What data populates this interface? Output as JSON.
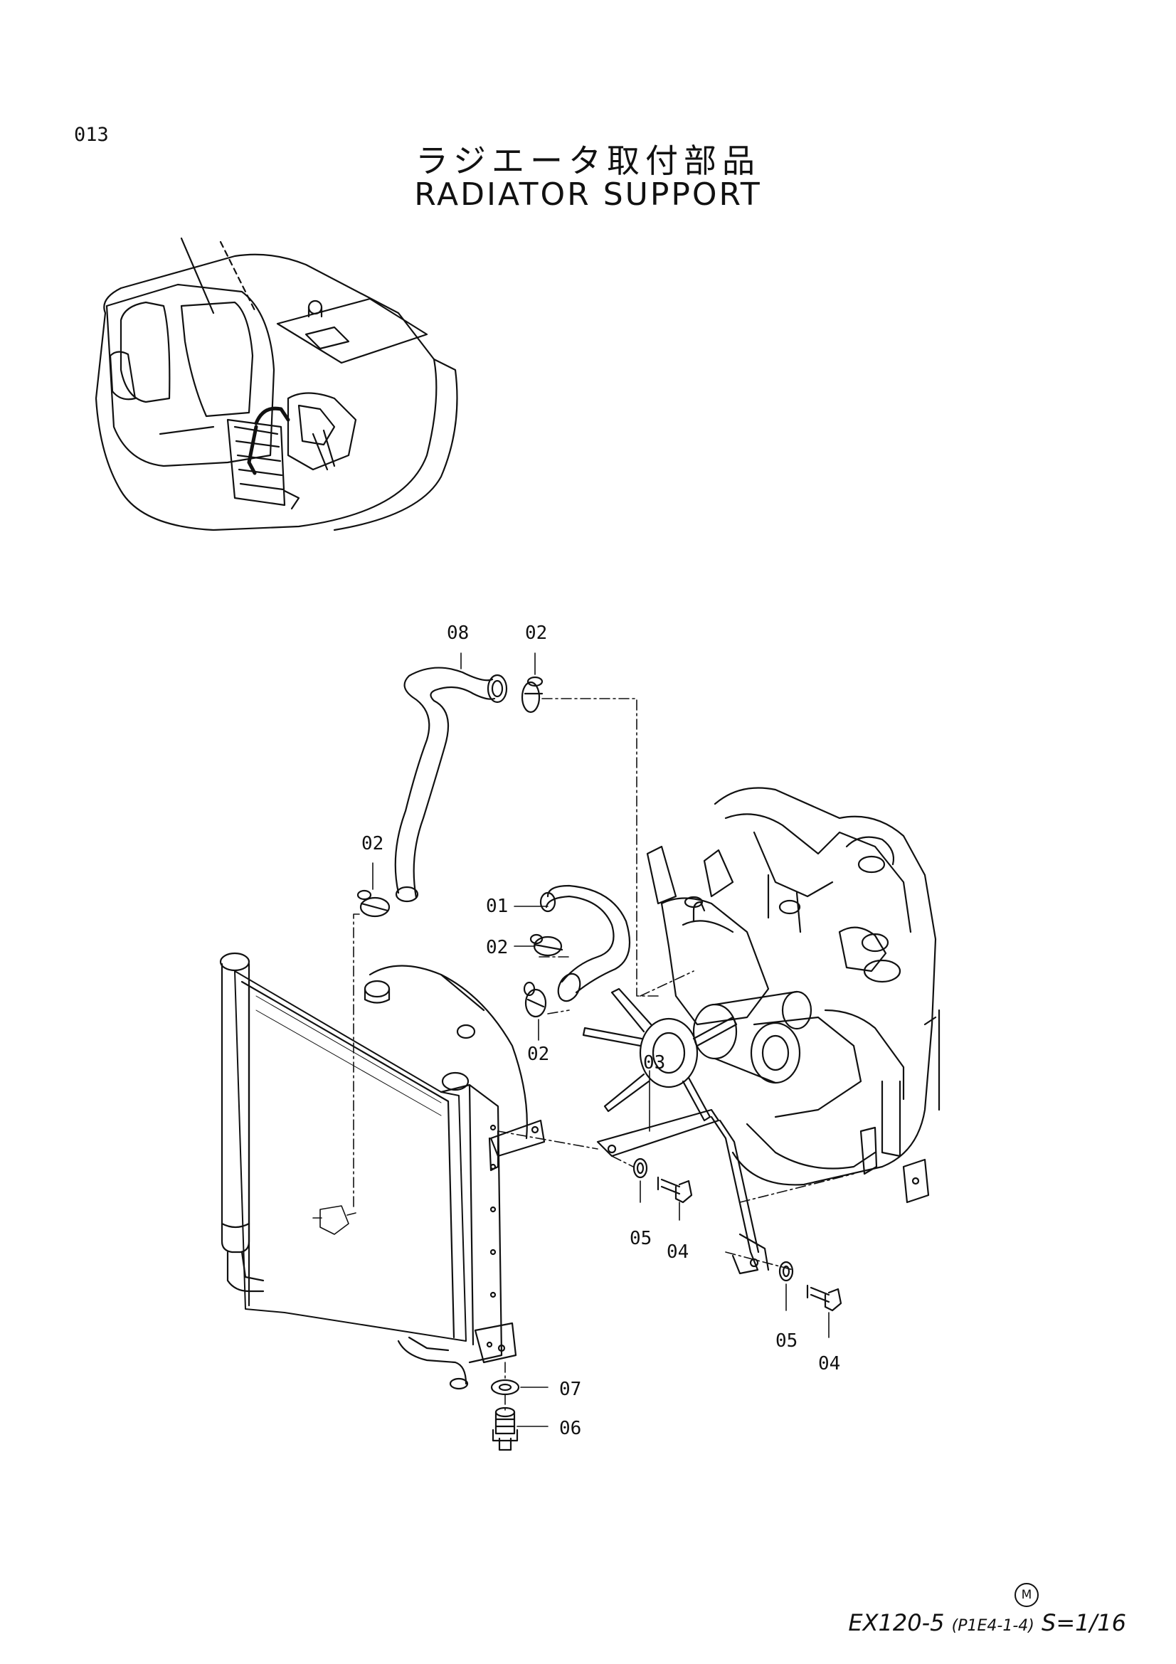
{
  "page_number": "013",
  "title_ja": "ラジエータ取付部品",
  "title_en": "RADIATOR SUPPORT",
  "callouts": [
    {
      "label": "08"
    },
    {
      "label": "02"
    },
    {
      "label": "02"
    },
    {
      "label": "01"
    },
    {
      "label": "02"
    },
    {
      "label": "02"
    },
    {
      "label": "03"
    },
    {
      "label": "05"
    },
    {
      "label": "04"
    },
    {
      "label": "05"
    },
    {
      "label": "04"
    },
    {
      "label": "07"
    },
    {
      "label": "06"
    }
  ],
  "maker_mark": "M",
  "footer": {
    "model": "EX120-5",
    "reference": "(P1E4-1-4)",
    "scale": "S=1/16"
  }
}
